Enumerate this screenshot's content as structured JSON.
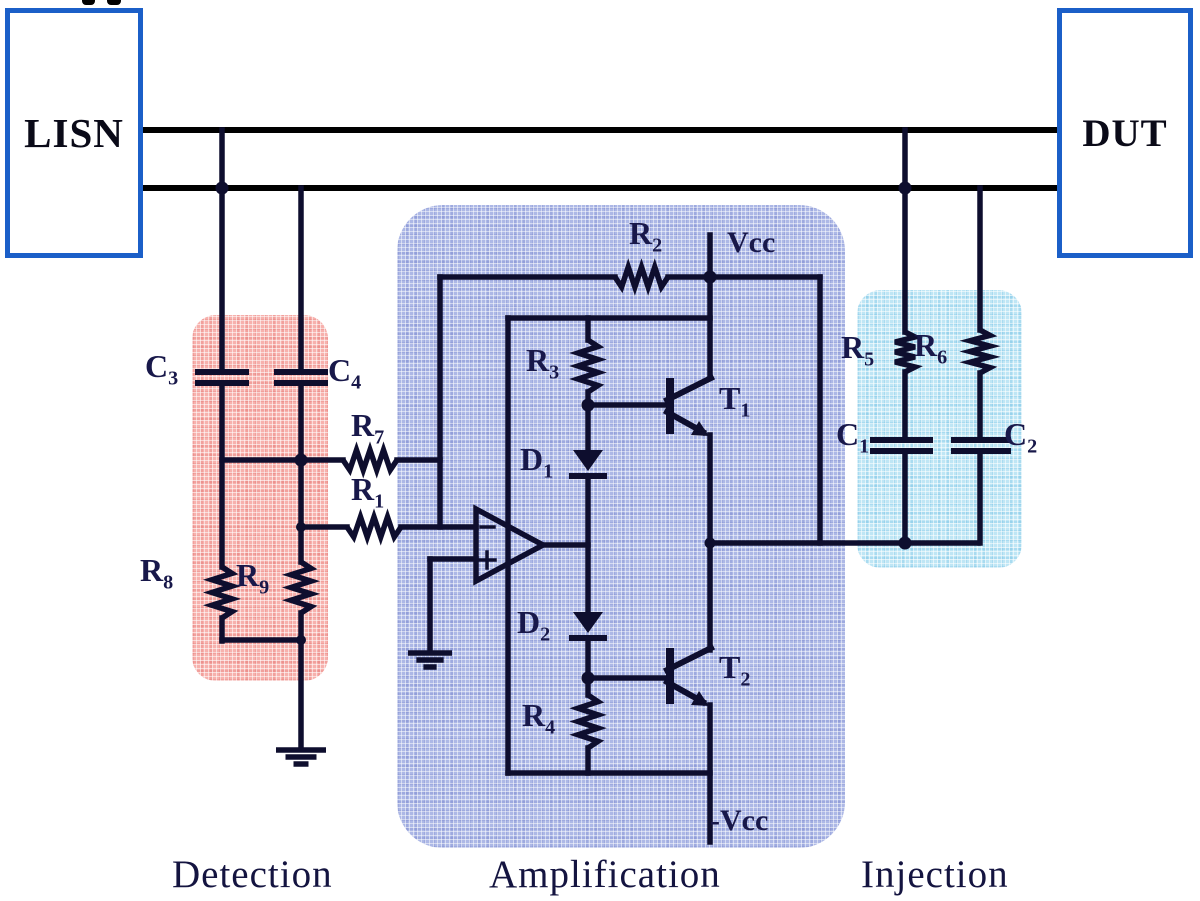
{
  "diagram": {
    "blocks": {
      "lisn": "LISN",
      "dut": "DUT"
    },
    "sections": {
      "detection": "Detection",
      "amplification": "Amplification",
      "injection": "Injection"
    },
    "rails": {
      "vcc": "Vcc",
      "neg_vcc": "-Vcc"
    },
    "components": {
      "r1": {
        "base": "R",
        "sub": "1"
      },
      "r2": {
        "base": "R",
        "sub": "2"
      },
      "r3": {
        "base": "R",
        "sub": "3"
      },
      "r4": {
        "base": "R",
        "sub": "4"
      },
      "r5": {
        "base": "R",
        "sub": "5"
      },
      "r6": {
        "base": "R",
        "sub": "6"
      },
      "r7": {
        "base": "R",
        "sub": "7"
      },
      "r8": {
        "base": "R",
        "sub": "8"
      },
      "r9": {
        "base": "R",
        "sub": "9"
      },
      "c1": {
        "base": "C",
        "sub": "1"
      },
      "c2": {
        "base": "C",
        "sub": "2"
      },
      "c3": {
        "base": "C",
        "sub": "3"
      },
      "c4": {
        "base": "C",
        "sub": "4"
      },
      "d1": {
        "base": "D",
        "sub": "1"
      },
      "d2": {
        "base": "D",
        "sub": "2"
      },
      "t1": {
        "base": "T",
        "sub": "1"
      },
      "t2": {
        "base": "T",
        "sub": "2"
      }
    },
    "colors": {
      "wire": "#0e0e2e",
      "power_line": "#000000",
      "block_border": "#1b5fc8",
      "component_label": "#18184a",
      "section_label": "#141440",
      "detection_fill": "#f7b1ad",
      "amplification_fill": "#adb8e6",
      "injection_fill": "#bfe6f5"
    }
  }
}
